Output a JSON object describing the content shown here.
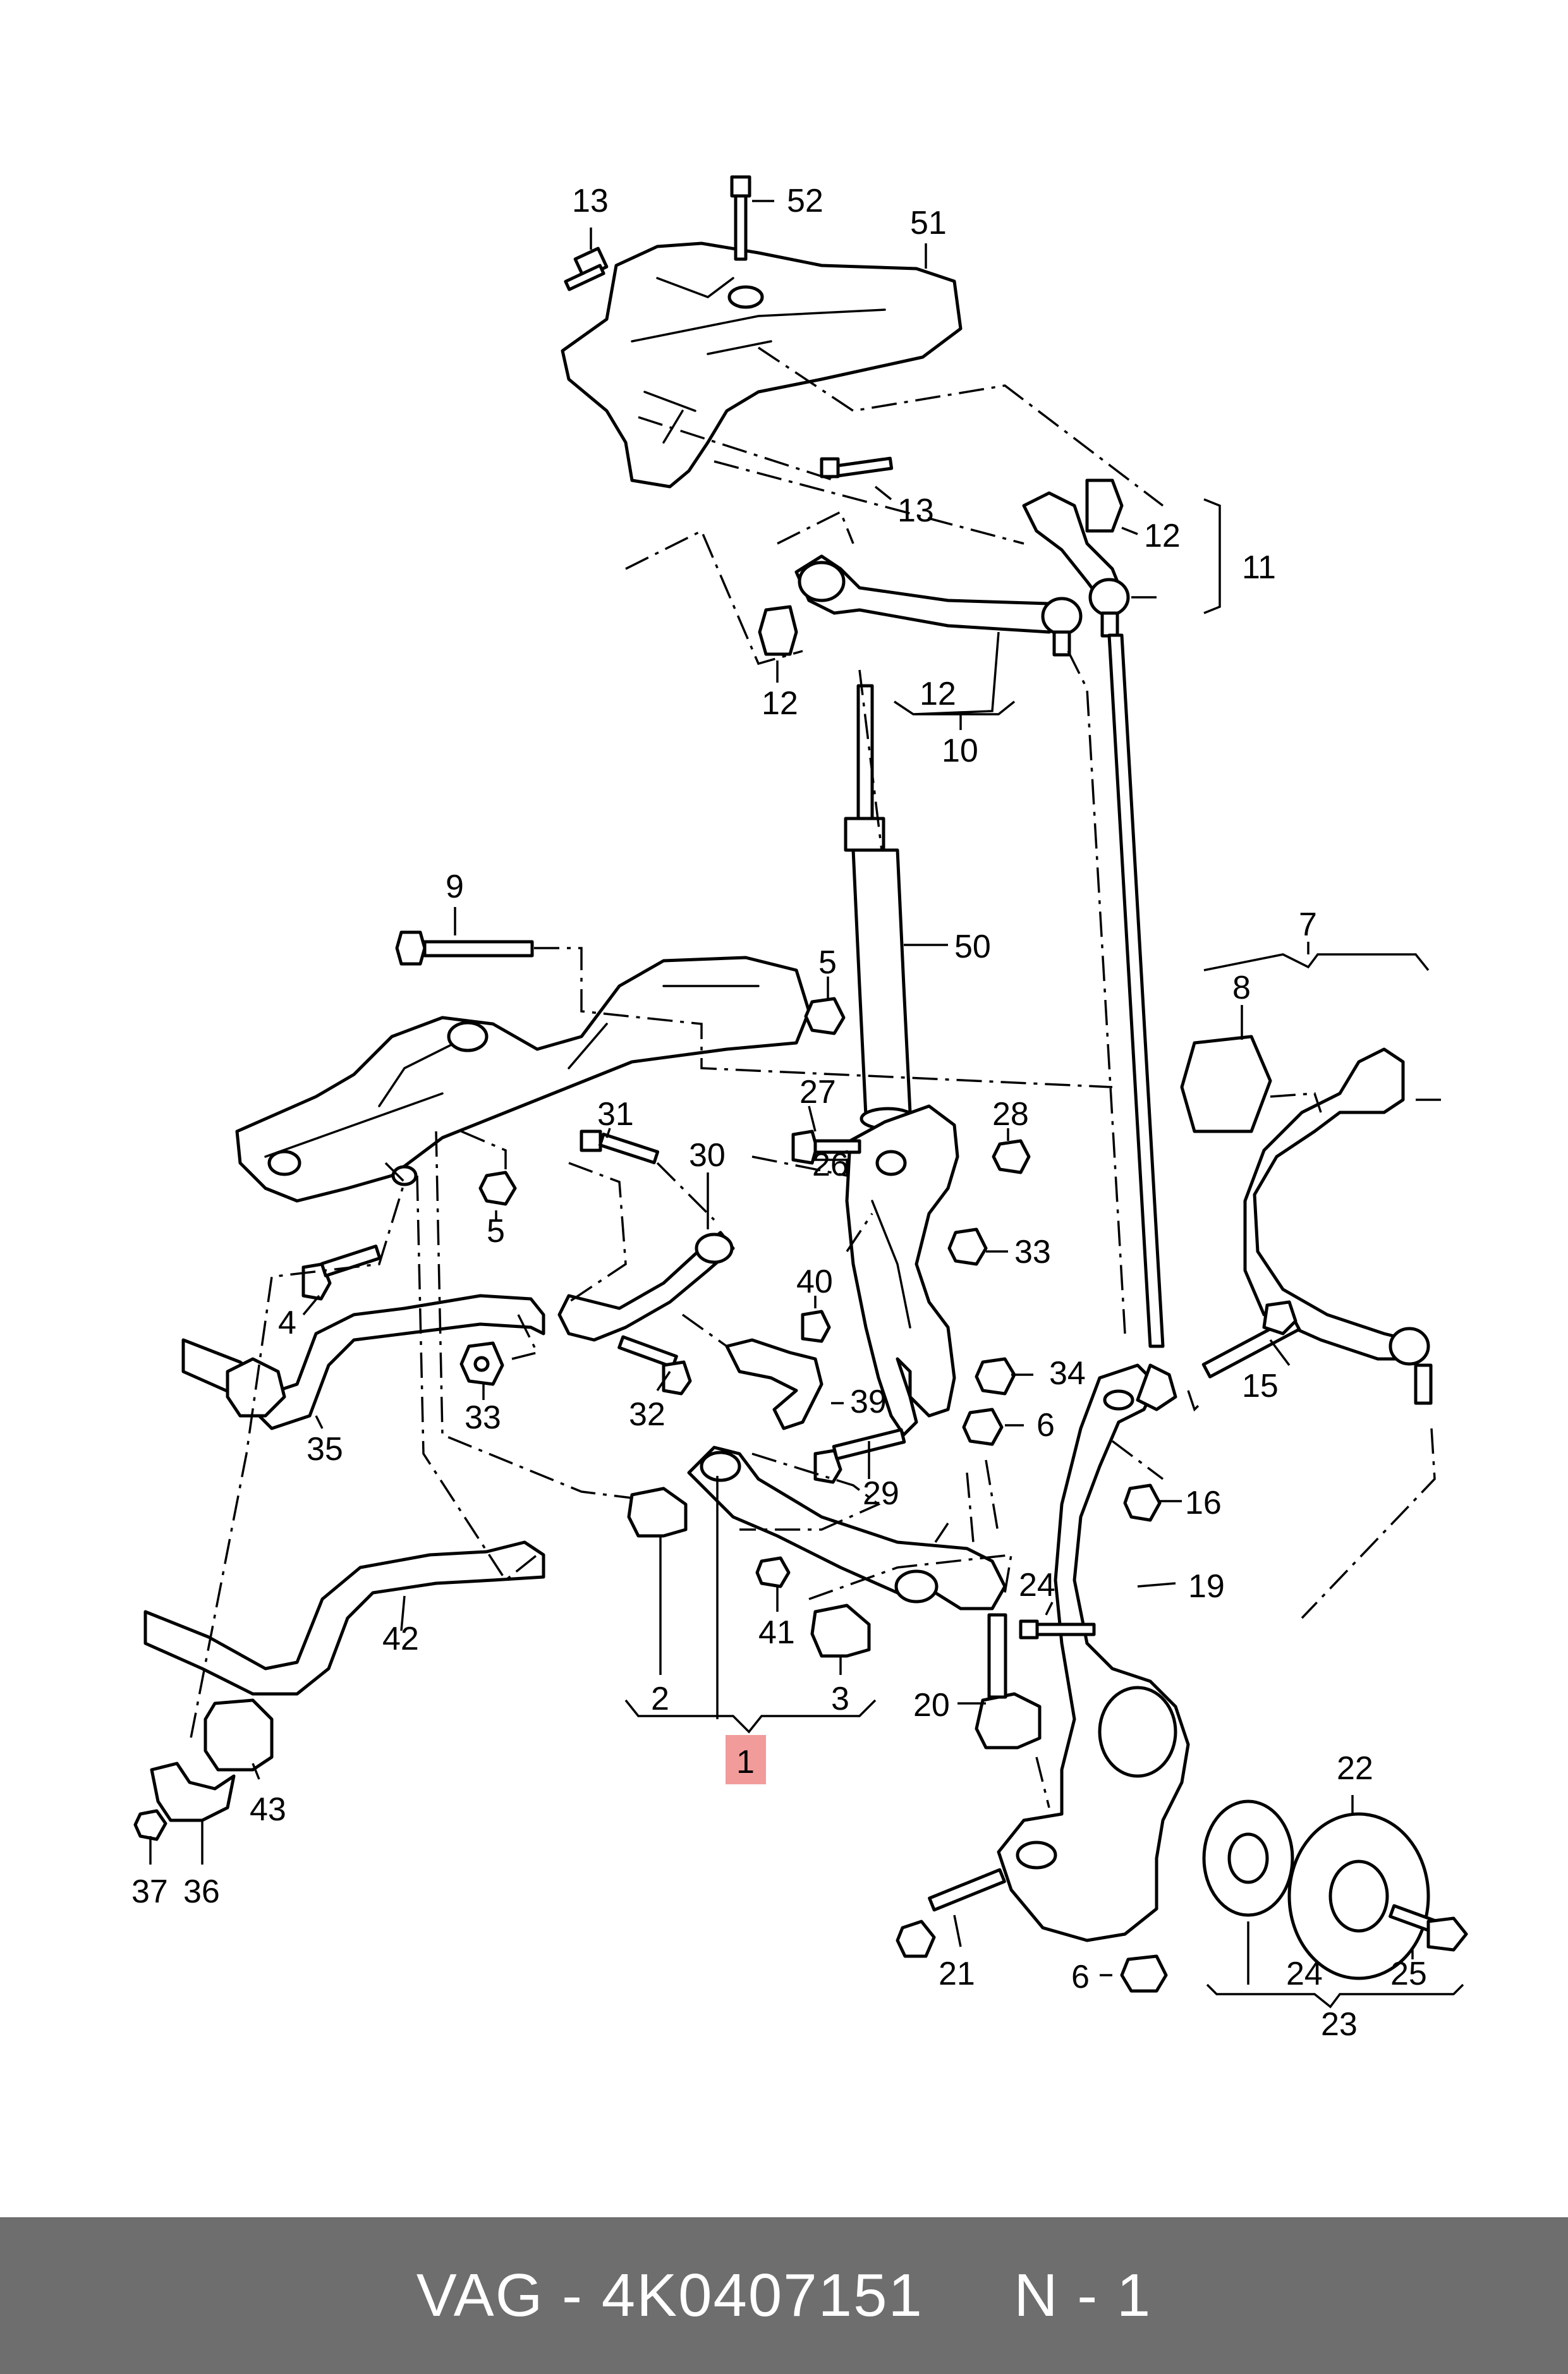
{
  "footer": {
    "brand": "VAG",
    "part_number": "4K0407151",
    "page": "N - 1",
    "text": "VAG - 4K0407151     N - 1"
  },
  "colors": {
    "highlight": "#f29b9b",
    "footer_bg": "#6e6e6e",
    "line": "#000000"
  },
  "callouts": {
    "c1": "1",
    "c2": "2",
    "c3": "3",
    "c4": "4",
    "c5a": "5",
    "c5b": "5",
    "c6a": "6",
    "c6b": "6",
    "c7": "7",
    "c8": "8",
    "c9": "9",
    "c10": "10",
    "c11": "11",
    "c12a": "12",
    "c12b": "12",
    "c12c": "12",
    "c13a": "13",
    "c13b": "13",
    "c15": "15",
    "c16": "16",
    "c19": "19",
    "c20": "20",
    "c21": "21",
    "c22": "22",
    "c23": "23",
    "c24a": "24",
    "c24b": "24",
    "c25": "25",
    "c26": "26",
    "c27": "27",
    "c28": "28",
    "c29": "29",
    "c30": "30",
    "c31": "31",
    "c32": "32",
    "c33a": "33",
    "c33b": "33",
    "c34": "34",
    "c35": "35",
    "c36": "36",
    "c37": "37",
    "c39": "39",
    "c40": "40",
    "c41": "41",
    "c42": "42",
    "c43": "43",
    "c50": "50",
    "c51": "51",
    "c52": "52"
  }
}
